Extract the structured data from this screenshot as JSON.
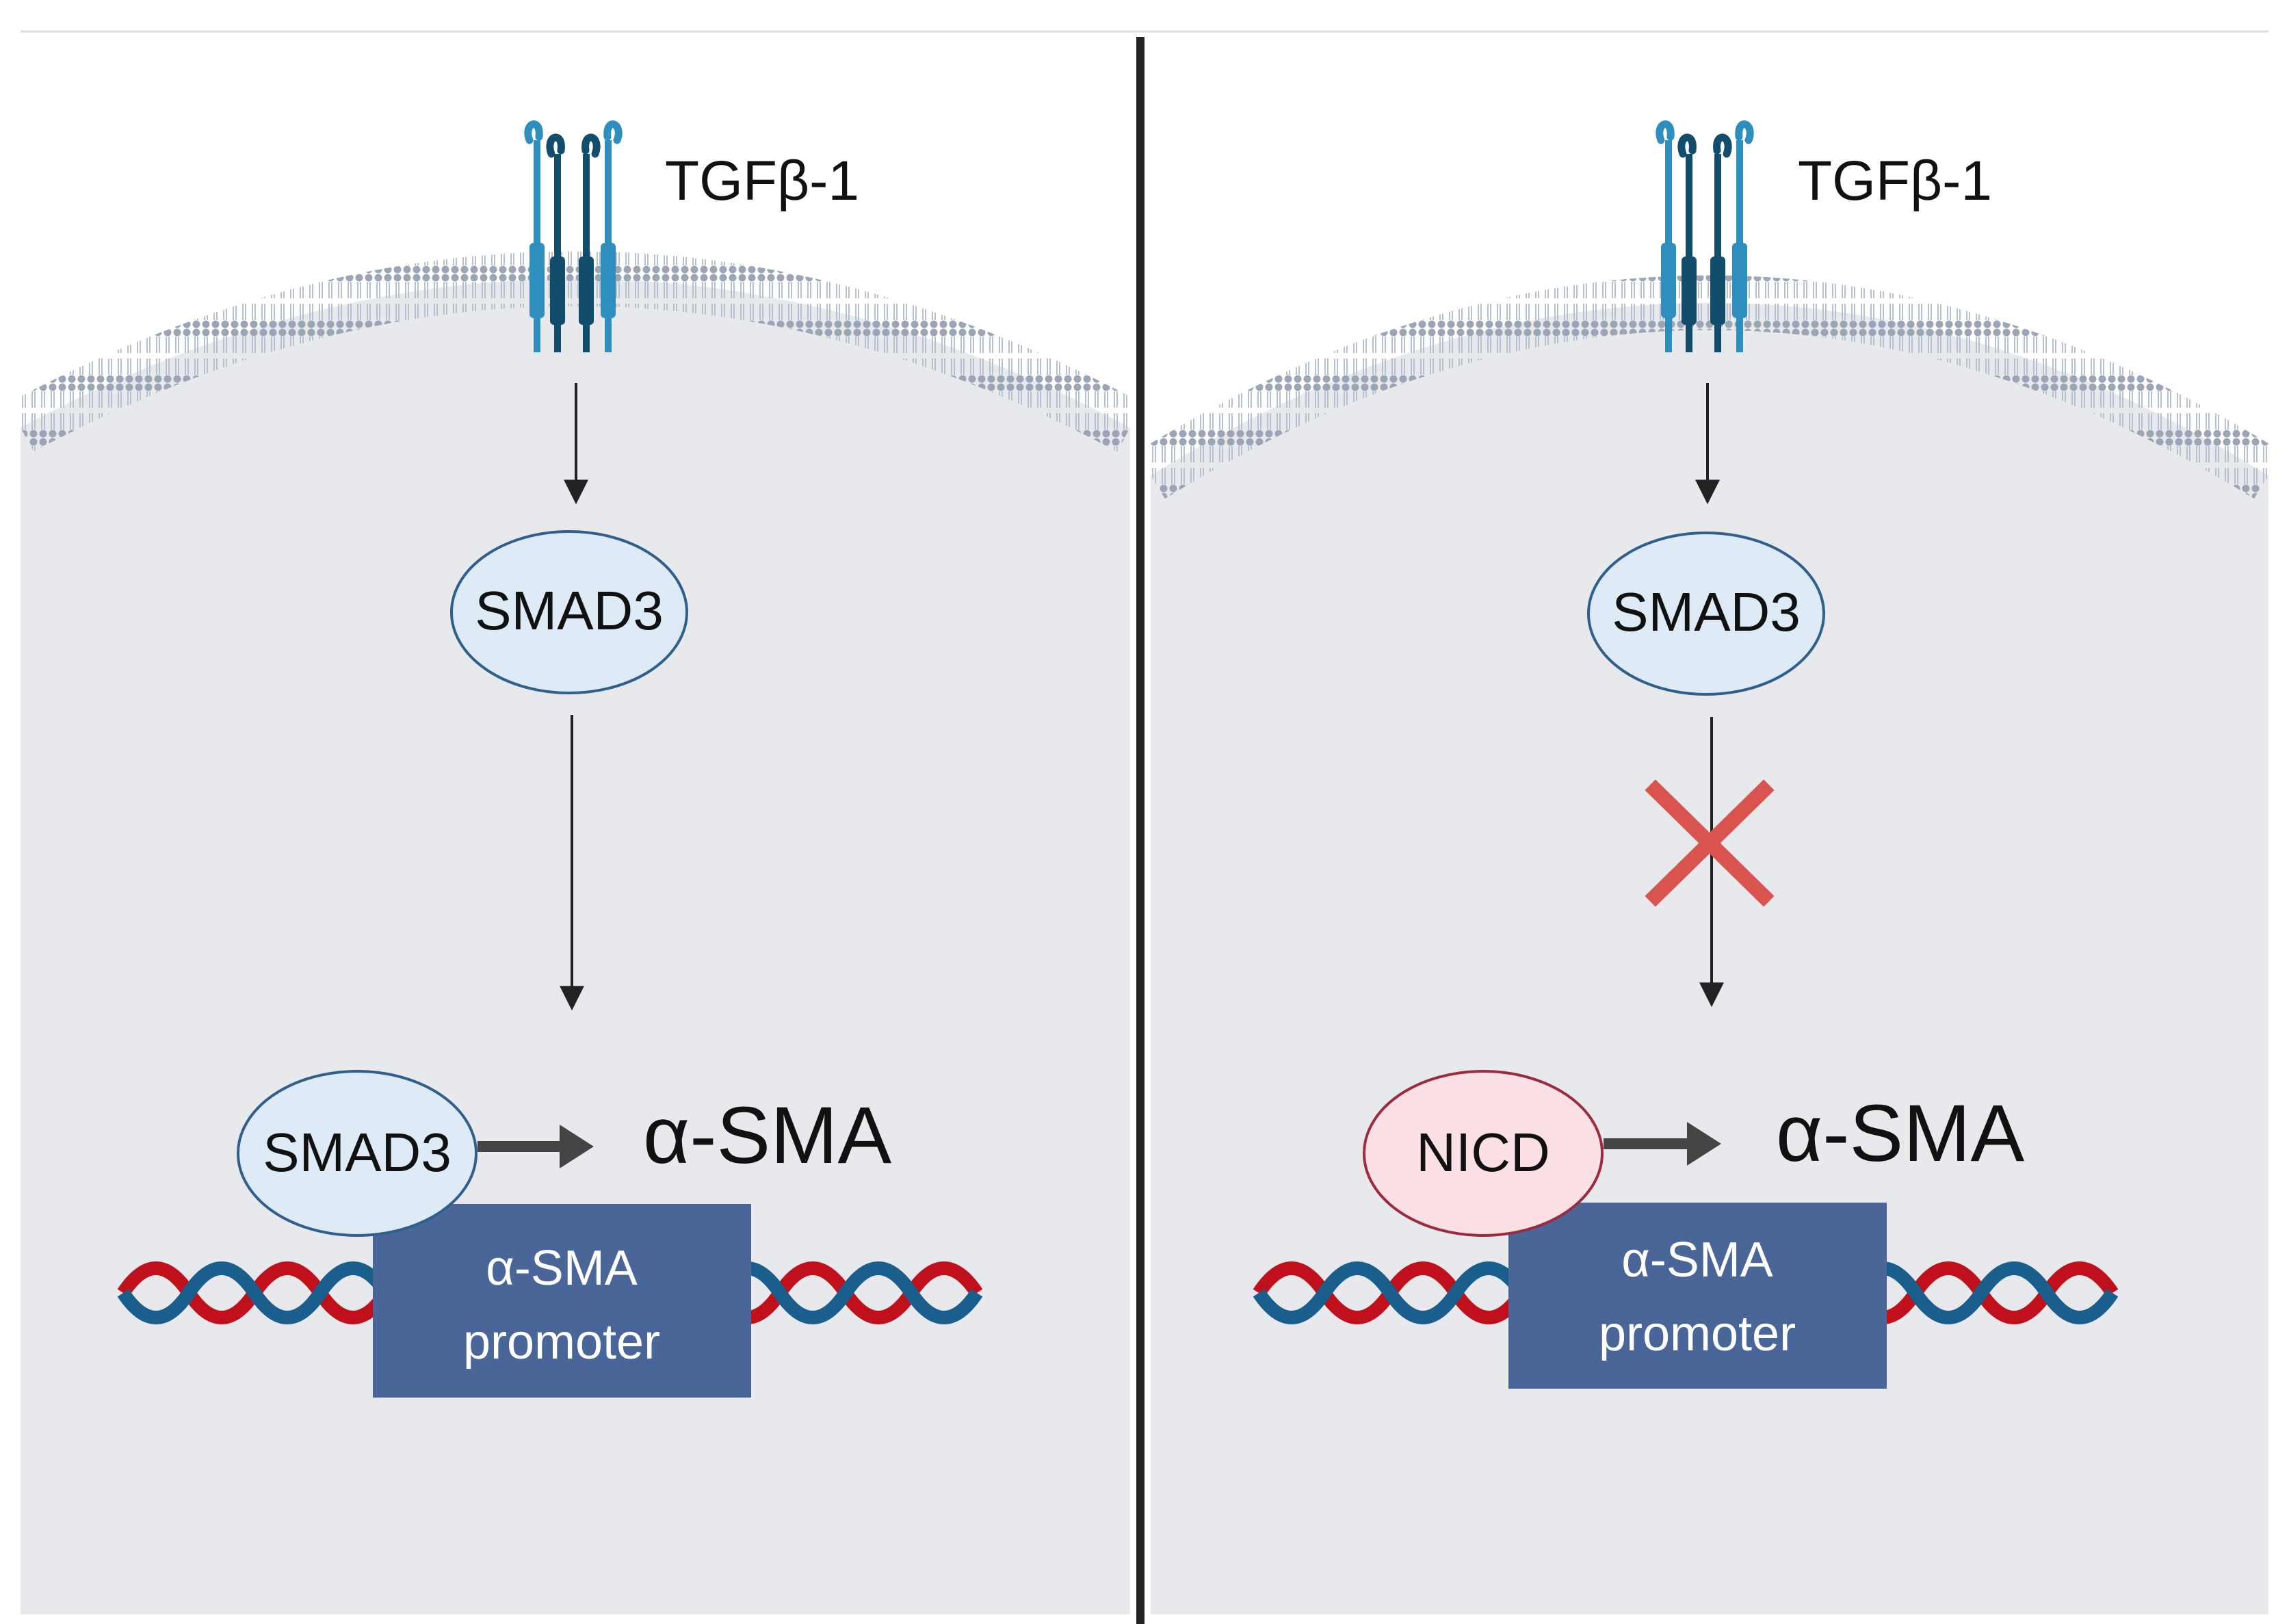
{
  "panels": [
    {
      "receptor_label": "TGFβ-1",
      "cytoplasm_node": "SMAD3",
      "promoter_binder": "SMAD3",
      "target_gene": "α-SMA",
      "promoter_line1": "α-SMA",
      "promoter_line2": "promoter",
      "blocked": false,
      "binder_fill": "#deebf7",
      "binder_stroke": "#2f5f8c"
    },
    {
      "receptor_label": "TGFβ-1",
      "cytoplasm_node": "SMAD3",
      "promoter_binder": "NICD",
      "target_gene": "α-SMA",
      "promoter_line1": "α-SMA",
      "promoter_line2": "promoter",
      "blocked": true,
      "binder_fill": "#fbe1e6",
      "binder_stroke": "#9b2c3f"
    }
  ],
  "colors": {
    "cell_background": "#e8e9ec",
    "membrane": "#9aa6b6",
    "receptor_light": "#2e8fbf",
    "receptor_dark": "#124d6b",
    "dna_red": "#c0101c",
    "dna_blue": "#1a5e8e",
    "promoter_box": "#4a6699",
    "block_cross": "#d9534f",
    "divider": "#222222"
  }
}
